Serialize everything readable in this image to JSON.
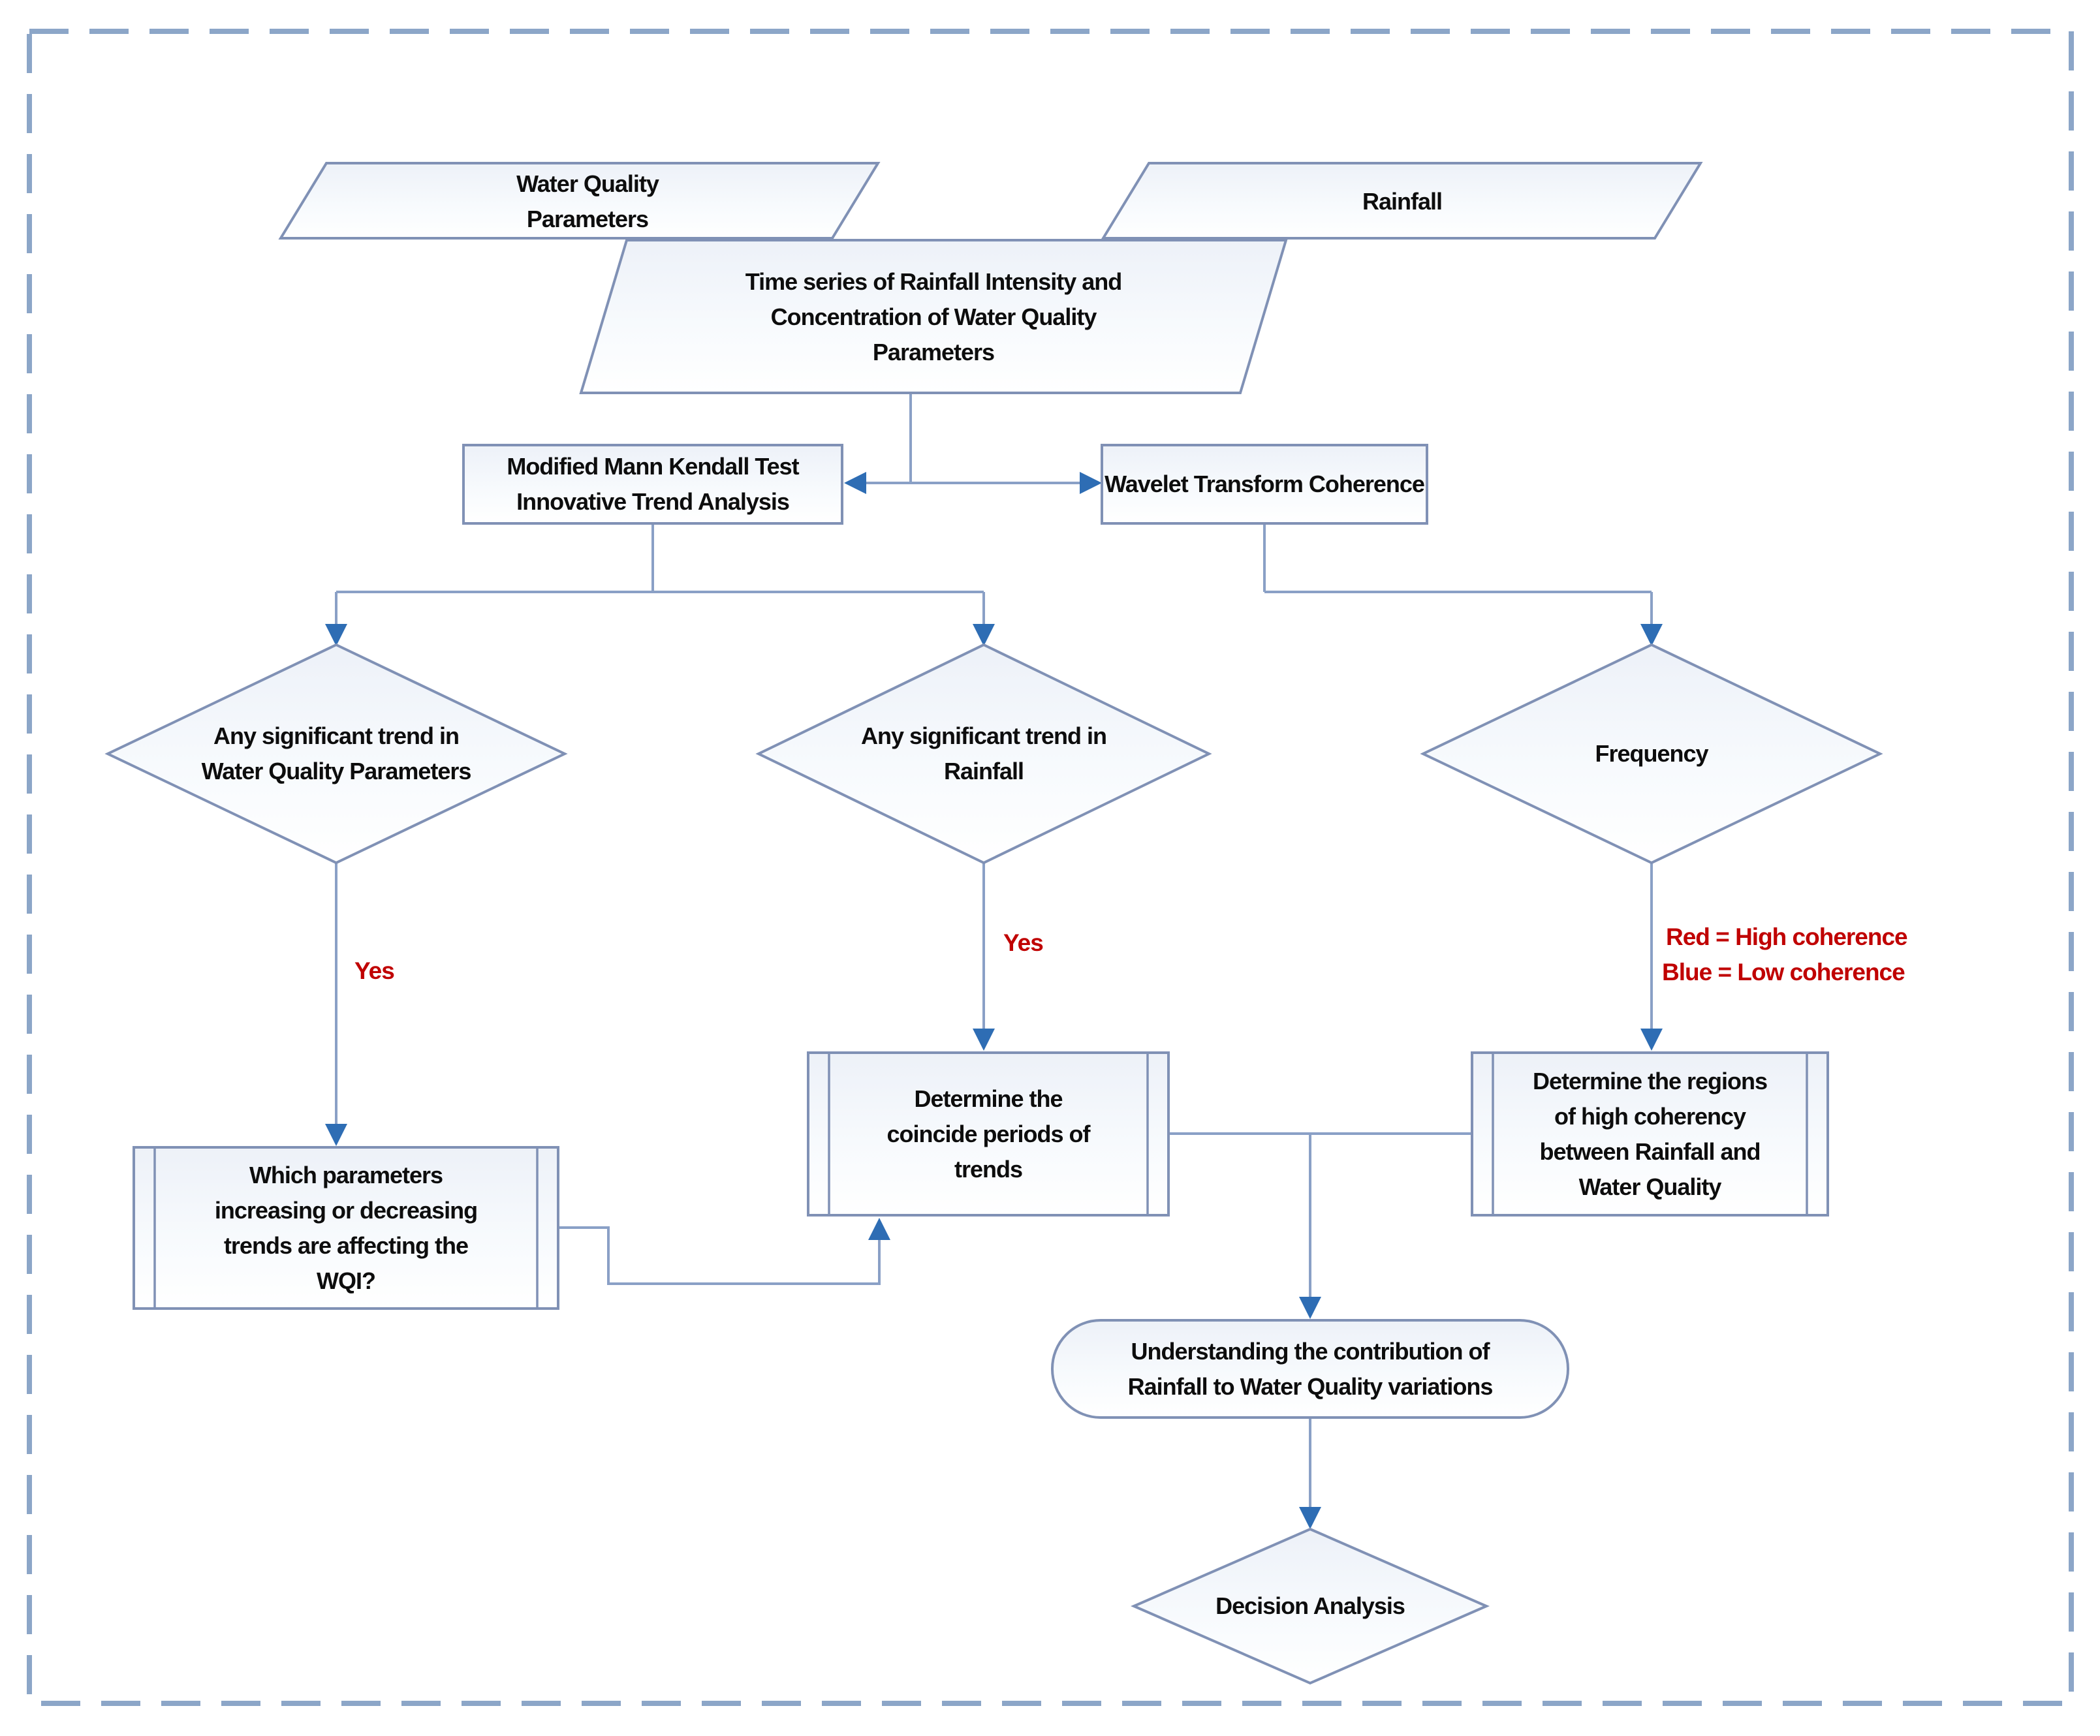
{
  "diagram": {
    "nodes": {
      "water_quality_params": {
        "shape": "parallelogram",
        "label": "Water Quality\nParameters"
      },
      "rainfall_input": {
        "shape": "parallelogram",
        "label": "Rainfall"
      },
      "time_series": {
        "shape": "parallelogram",
        "label": "Time series of Rainfall Intensity and\nConcentration of Water Quality\nParameters"
      },
      "mann_kendall": {
        "shape": "process",
        "label": "Modified Mann Kendall Test\nInnovative Trend Analysis"
      },
      "wavelet": {
        "shape": "process",
        "label": "Wavelet Transform Coherence"
      },
      "trend_wq": {
        "shape": "decision",
        "label": "Any significant trend in\nWater Quality Parameters"
      },
      "trend_rain": {
        "shape": "decision",
        "label": "Any significant trend in\nRainfall"
      },
      "frequency": {
        "shape": "decision",
        "label": "Frequency"
      },
      "which_params": {
        "shape": "predefined-process",
        "label": "Which parameters\nincreasing or decreasing\ntrends are affecting the\nWQI?"
      },
      "coincide_periods": {
        "shape": "predefined-process",
        "label": "Determine the\ncoincide periods of\ntrends"
      },
      "coherency_regions": {
        "shape": "predefined-process",
        "label": "Determine the regions\nof high coherency\nbetween Rainfall and\nWater Quality"
      },
      "understanding": {
        "shape": "terminator",
        "label": "Understanding the contribution of\nRainfall to Water Quality variations"
      },
      "decision_analysis": {
        "shape": "decision",
        "label": "Decision Analysis"
      }
    },
    "edge_labels": {
      "yes_wq": "Yes",
      "yes_rain": "Yes"
    },
    "legend": {
      "high": "Red = High coherence",
      "low": "Blue = Low coherence"
    },
    "colors": {
      "connector_line": "#8aa0c6",
      "arrowhead": "#2e6db4",
      "shape_border": "#8091b5",
      "shape_fill_top": "#edf1f8",
      "shape_fill_bottom": "#ffffff",
      "red_label": "#c00000",
      "dashed_border": "#8ca6c8",
      "text": "#0d0d0d"
    }
  }
}
